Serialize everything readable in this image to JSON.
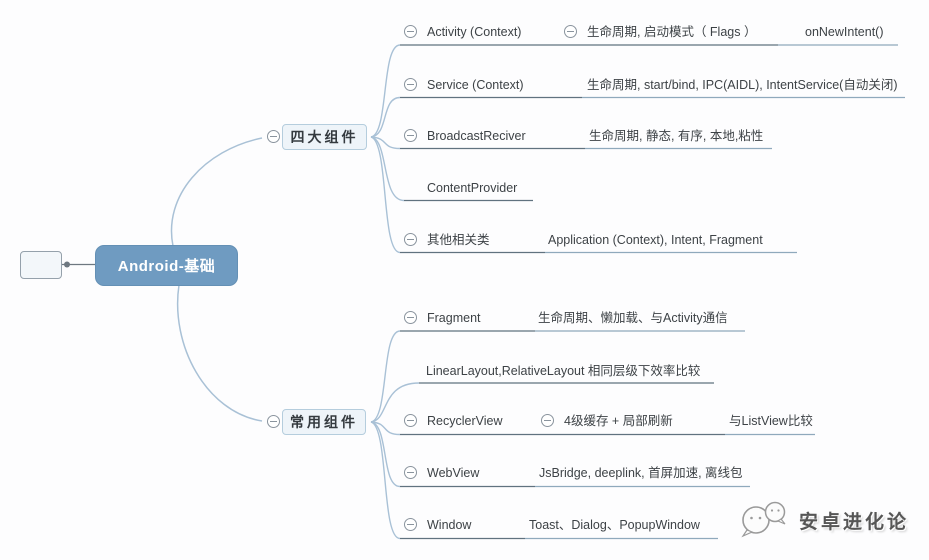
{
  "main_topic": {
    "label": "Android-基础"
  },
  "floating_topic": {
    "label": ""
  },
  "branches": [
    {
      "label": "四大组件",
      "rows": [
        {
          "segments": [
            {
              "text": "Activity (Context)"
            },
            {
              "text": "生命周期, 启动模式（ Flags ）"
            },
            {
              "text": "onNewIntent()"
            }
          ]
        },
        {
          "segments": [
            {
              "text": "Service (Context)"
            },
            {
              "text": "生命周期, start/bind, IPC(AIDL), IntentService(自动关闭)"
            }
          ]
        },
        {
          "segments": [
            {
              "text": "BroadcastReciver"
            },
            {
              "text": "生命周期, 静态, 有序, 本地,粘性"
            }
          ]
        },
        {
          "segments": [
            {
              "text": "ContentProvider"
            }
          ]
        },
        {
          "segments": [
            {
              "text": "其他相关类"
            },
            {
              "text": "Application (Context), Intent, Fragment"
            }
          ]
        }
      ]
    },
    {
      "label": "常用组件",
      "rows": [
        {
          "segments": [
            {
              "text": "Fragment"
            },
            {
              "text": "生命周期、懒加载、与Activity通信"
            }
          ]
        },
        {
          "segments": [
            {
              "text": "LinearLayout,RelativeLayout 相同层级下效率比较"
            }
          ]
        },
        {
          "segments": [
            {
              "text": "RecyclerView"
            },
            {
              "text": "4级缓存 + 局部刷新"
            },
            {
              "text": "与ListView比较"
            }
          ]
        },
        {
          "segments": [
            {
              "text": "WebView"
            },
            {
              "text": "JsBridge, deeplink, 首屏加速, 离线包"
            }
          ]
        },
        {
          "segments": [
            {
              "text": "Window"
            },
            {
              "text": "Toast、Dialog、PopupWindow"
            }
          ]
        }
      ]
    }
  ],
  "watermark": {
    "label": "安卓进化论"
  },
  "icons": {
    "collapse": "minus-circle",
    "watermark_logo": "chat-bubbles-sketch"
  },
  "colors": {
    "main_node_bg": "#6f9bc1",
    "main_node_text": "#ffffff",
    "branch_node_bg": "#eef4f9",
    "branch_node_border": "#b5cddd",
    "connector": "#a9c1d6",
    "underline_dark": "#60727f",
    "underline_light": "#8fa9bc",
    "topic_text": "#3d4246",
    "collapse_icon": "#8a949e",
    "watermark_text": "#565656"
  }
}
